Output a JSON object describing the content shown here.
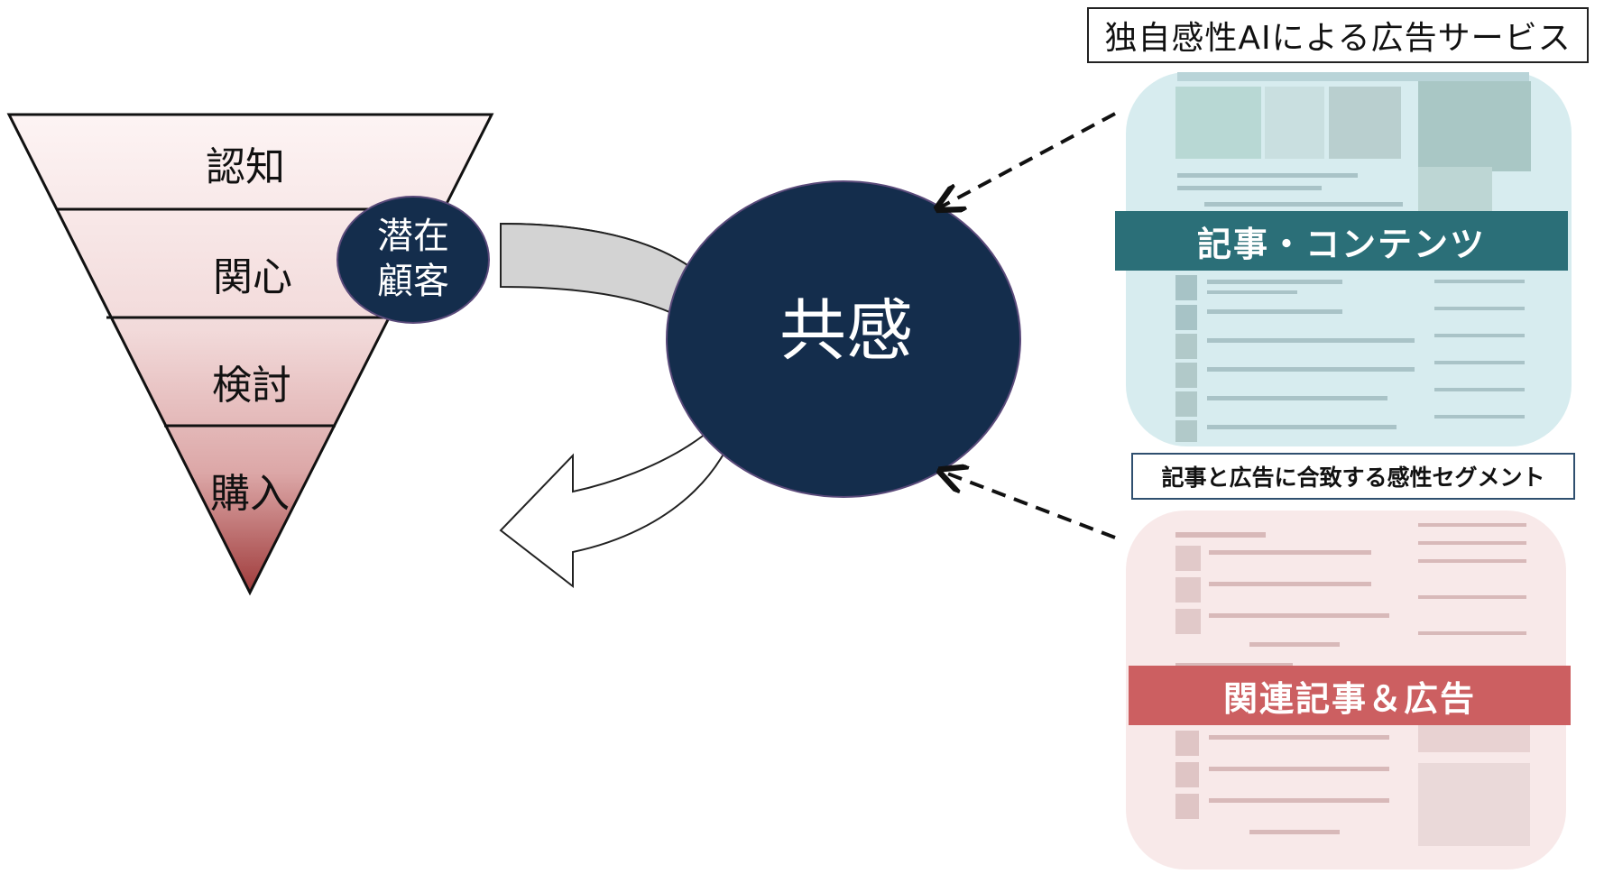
{
  "title": "独自感性AIによる広告サービス",
  "funnel": {
    "levels": [
      "認知",
      "関心",
      "検討",
      "購入"
    ]
  },
  "latent": {
    "line1": "潜在",
    "line2": "顧客"
  },
  "empathy": "共感",
  "panels": {
    "articles_label": "記事・コンテンツ",
    "segment_label": "記事と広告に合致する感性セグメント",
    "related_label": "関連記事＆広告"
  },
  "colors": {
    "navy": "#142d4c",
    "teal_band": "#2b6f78",
    "red_band": "#cc5f61",
    "funnel_light": "#fbeeee",
    "funnel_dark": "#a84242"
  }
}
